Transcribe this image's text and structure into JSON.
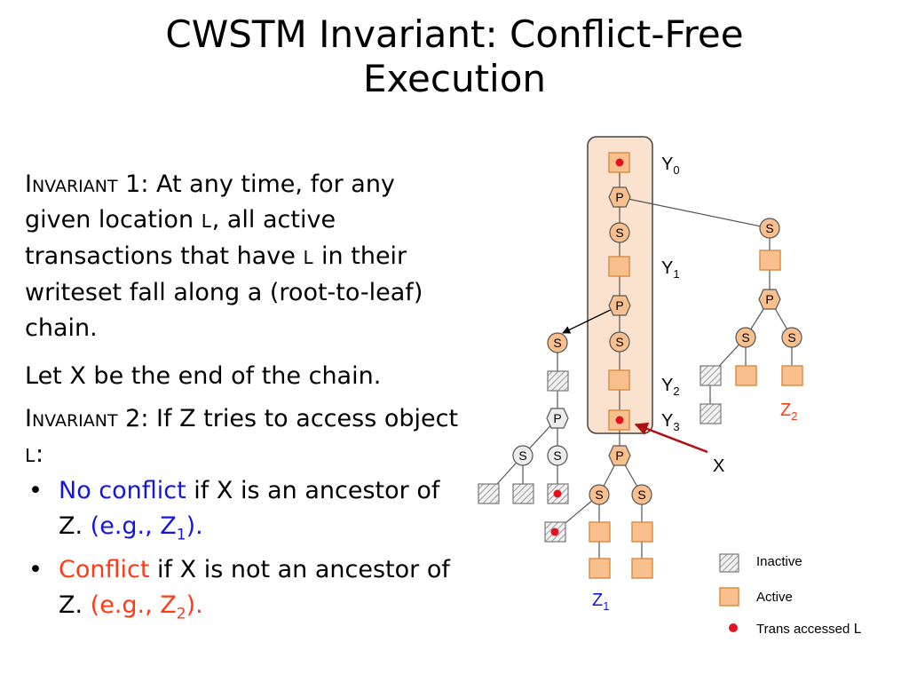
{
  "title": {
    "line1": "CWSTM Invariant: Conflict-Free",
    "line2": "Execution"
  },
  "text": {
    "inv1_head": "Invariant",
    "inv1_rest_a": " 1: At any time, for any given location ",
    "loc": "L",
    "inv1_rest_b": ", all active transactions that have ",
    "inv1_rest_c": " in their writeset fall along a (root-to-leaf) chain.",
    "let_x": " Let X be the end of the chain.",
    "inv2_head": "Invariant",
    "inv2_rest": " 2: If Z tries to access object ",
    "colon": ":",
    "b1_a": "No conflict",
    "b1_b": " if X is an ancestor of Z. ",
    "b1_eg": "(e.g., Z",
    "b1_sub": "1",
    "b1_end": ").",
    "b2_a": "Conflict",
    "b2_b": " if X is not an ancestor of Z. ",
    "b2_eg": "(e.g., Z",
    "b2_sub": "2",
    "b2_end": ")."
  },
  "diagram": {
    "labels": {
      "y0": "Y",
      "y0_sub": "0",
      "y1": "Y",
      "y1_sub": "1",
      "y2": "Y",
      "y2_sub": "2",
      "y3": "Y",
      "y3_sub": "3",
      "x": "X",
      "z1": "Z",
      "z1_sub": "1",
      "z2": "Z",
      "z2_sub": "2"
    },
    "node_letters": {
      "p": "P",
      "s": "S"
    },
    "legend": {
      "inactive": "Inactive",
      "active": "Active",
      "accessed_prefix": "Trans accessed ",
      "accessed_loc": "L"
    },
    "colors": {
      "active_fill": "#f9c08d",
      "active_stroke": "#d98f4a",
      "chain_fill": "#fbe2cf",
      "red_dot": "#e0141e",
      "x_arrow": "#b01010",
      "z1_color": "#1515e0",
      "z2_color": "#ff3a14"
    }
  }
}
